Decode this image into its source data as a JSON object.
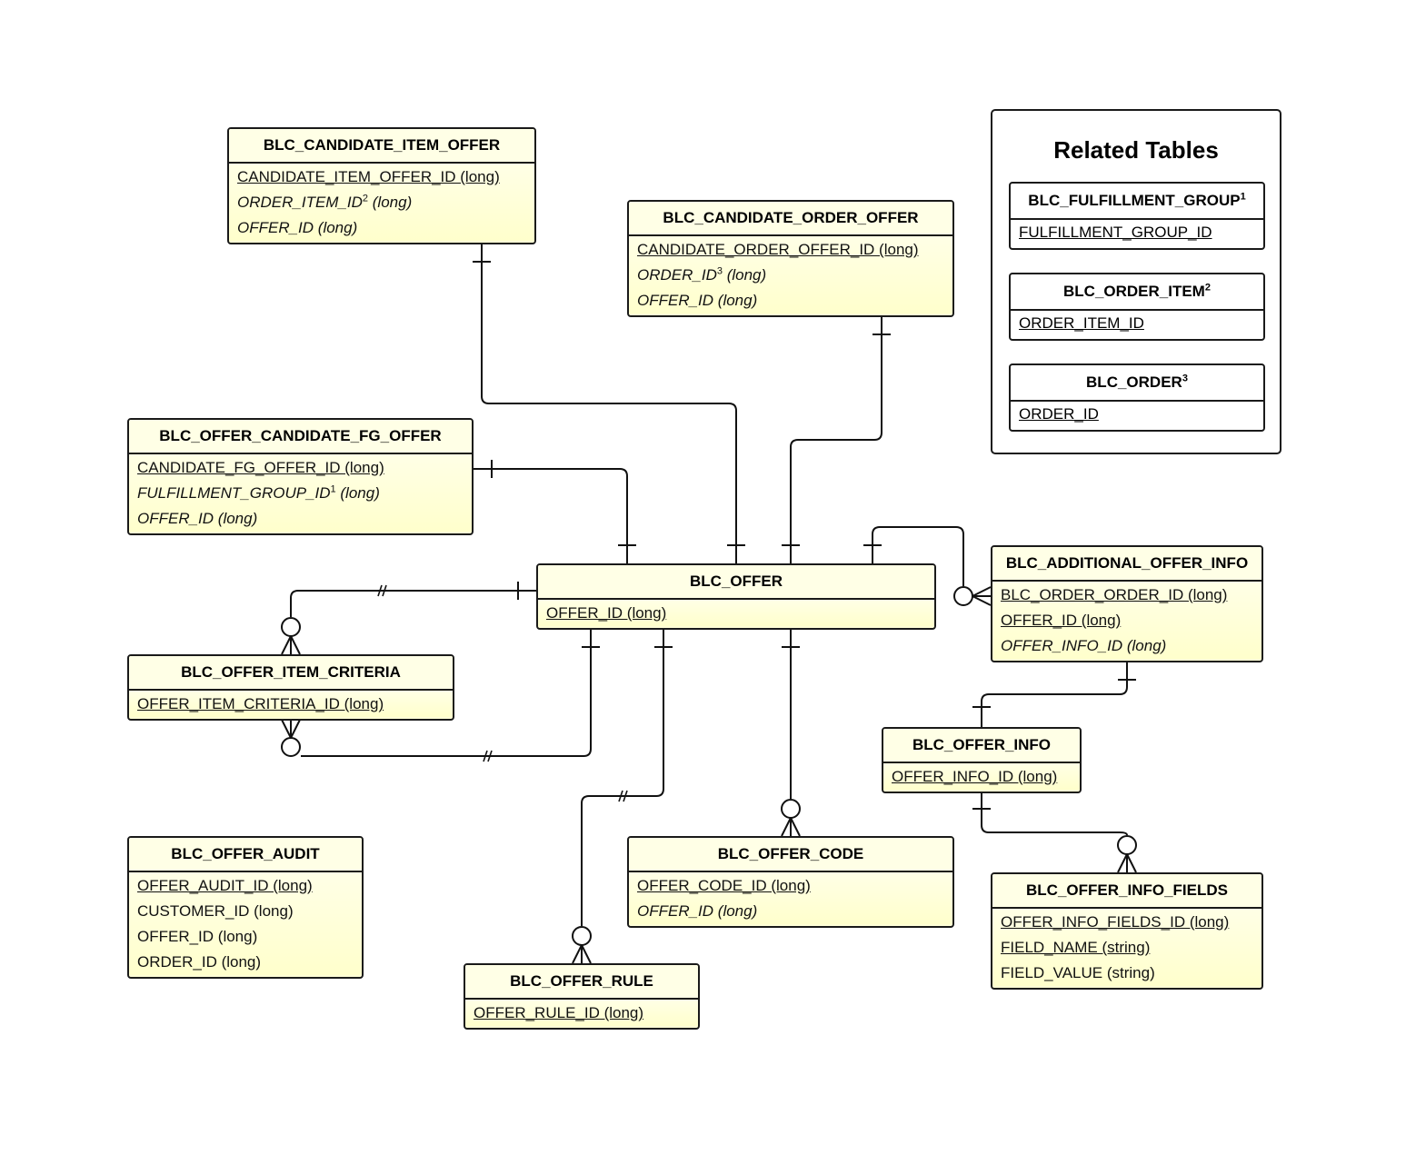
{
  "entities": {
    "candidate_item_offer": {
      "title": "BLC_CANDIDATE_ITEM_OFFER",
      "fields": [
        {
          "text": "CANDIDATE_ITEM_OFFER_ID (long)",
          "kind": "pk"
        },
        {
          "text": "ORDER_ITEM_ID",
          "sup": "2",
          "suffix": " (long)",
          "kind": "fk"
        },
        {
          "text": "OFFER_ID (long)",
          "kind": "fk"
        }
      ]
    },
    "candidate_order_offer": {
      "title": "BLC_CANDIDATE_ORDER_OFFER",
      "fields": [
        {
          "text": "CANDIDATE_ORDER_OFFER_ID (long)",
          "kind": "pk"
        },
        {
          "text": "ORDER_ID",
          "sup": "3",
          "suffix": " (long)",
          "kind": "fk"
        },
        {
          "text": "OFFER_ID (long)",
          "kind": "fk"
        }
      ]
    },
    "offer_candidate_fg_offer": {
      "title": "BLC_OFFER_CANDIDATE_FG_OFFER",
      "fields": [
        {
          "text": "CANDIDATE_FG_OFFER_ID (long)",
          "kind": "pk"
        },
        {
          "text": "FULFILLMENT_GROUP_ID",
          "sup": "1",
          "suffix": " (long)",
          "kind": "fk"
        },
        {
          "text": "OFFER_ID (long)",
          "kind": "fk"
        }
      ]
    },
    "offer": {
      "title": "BLC_OFFER",
      "fields": [
        {
          "text": "OFFER_ID (long)",
          "kind": "pk"
        }
      ]
    },
    "additional_offer_info": {
      "title": "BLC_ADDITIONAL_OFFER_INFO",
      "fields": [
        {
          "text": "BLC_ORDER_ORDER_ID (long)",
          "kind": "pk"
        },
        {
          "text": "OFFER_ID (long)",
          "kind": "pk"
        },
        {
          "text": "OFFER_INFO_ID (long)",
          "kind": "fk"
        }
      ]
    },
    "offer_item_criteria": {
      "title": "BLC_OFFER_ITEM_CRITERIA",
      "fields": [
        {
          "text": "OFFER_ITEM_CRITERIA_ID (long)",
          "kind": "pk"
        }
      ]
    },
    "offer_info": {
      "title": "BLC_OFFER_INFO",
      "fields": [
        {
          "text": "OFFER_INFO_ID (long)",
          "kind": "pk"
        }
      ]
    },
    "offer_audit": {
      "title": "BLC_OFFER_AUDIT",
      "fields": [
        {
          "text": "OFFER_AUDIT_ID (long)",
          "kind": "pk"
        },
        {
          "text": "CUSTOMER_ID (long)",
          "kind": "plain"
        },
        {
          "text": "OFFER_ID (long)",
          "kind": "plain"
        },
        {
          "text": "ORDER_ID (long)",
          "kind": "plain"
        }
      ]
    },
    "offer_code": {
      "title": "BLC_OFFER_CODE",
      "fields": [
        {
          "text": "OFFER_CODE_ID (long)",
          "kind": "pk"
        },
        {
          "text": "OFFER_ID (long)",
          "kind": "fk"
        }
      ]
    },
    "offer_info_fields": {
      "title": "BLC_OFFER_INFO_FIELDS",
      "fields": [
        {
          "text": "OFFER_INFO_FIELDS_ID (long)",
          "kind": "pk"
        },
        {
          "text": "FIELD_NAME (string)",
          "kind": "pk"
        },
        {
          "text": "FIELD_VALUE (string)",
          "kind": "plain"
        }
      ]
    },
    "offer_rule": {
      "title": "BLC_OFFER_RULE",
      "fields": [
        {
          "text": "OFFER_RULE_ID (long)",
          "kind": "pk"
        }
      ]
    }
  },
  "related": {
    "title": "Related Tables",
    "tables": {
      "fulfillment_group": {
        "title": "BLC_FULFILLMENT_GROUP",
        "sup": "1",
        "field": "FULFILLMENT_GROUP_ID"
      },
      "order_item": {
        "title": "BLC_ORDER_ITEM",
        "sup": "2",
        "field": "ORDER_ITEM_ID"
      },
      "order": {
        "title": "BLC_ORDER",
        "sup": "3",
        "field": "ORDER_ID"
      }
    }
  },
  "relationships": [
    {
      "from": "candidate_item_offer",
      "to": "offer",
      "from_end": "one",
      "to_end": "one"
    },
    {
      "from": "candidate_order_offer",
      "to": "offer",
      "from_end": "one",
      "to_end": "one"
    },
    {
      "from": "offer_candidate_fg_offer",
      "to": "offer",
      "from_end": "one",
      "to_end": "one"
    },
    {
      "from": "offer",
      "to": "additional_offer_info",
      "from_end": "one",
      "to_end": "zero-or-many"
    },
    {
      "from": "offer",
      "to": "offer_item_criteria",
      "from_end": "one",
      "to_end": "zero-or-many"
    },
    {
      "from": "offer",
      "to": "offer_item_criteria",
      "from_end": "one",
      "to_end": "zero-or-many"
    },
    {
      "from": "offer",
      "to": "offer_rule",
      "from_end": "one",
      "to_end": "zero-or-many"
    },
    {
      "from": "offer",
      "to": "offer_code",
      "from_end": "one",
      "to_end": "zero-or-many"
    },
    {
      "from": "additional_offer_info",
      "to": "offer_info",
      "from_end": "one",
      "to_end": "one"
    },
    {
      "from": "offer_info",
      "to": "offer_info_fields",
      "from_end": "one",
      "to_end": "zero-or-many"
    }
  ]
}
